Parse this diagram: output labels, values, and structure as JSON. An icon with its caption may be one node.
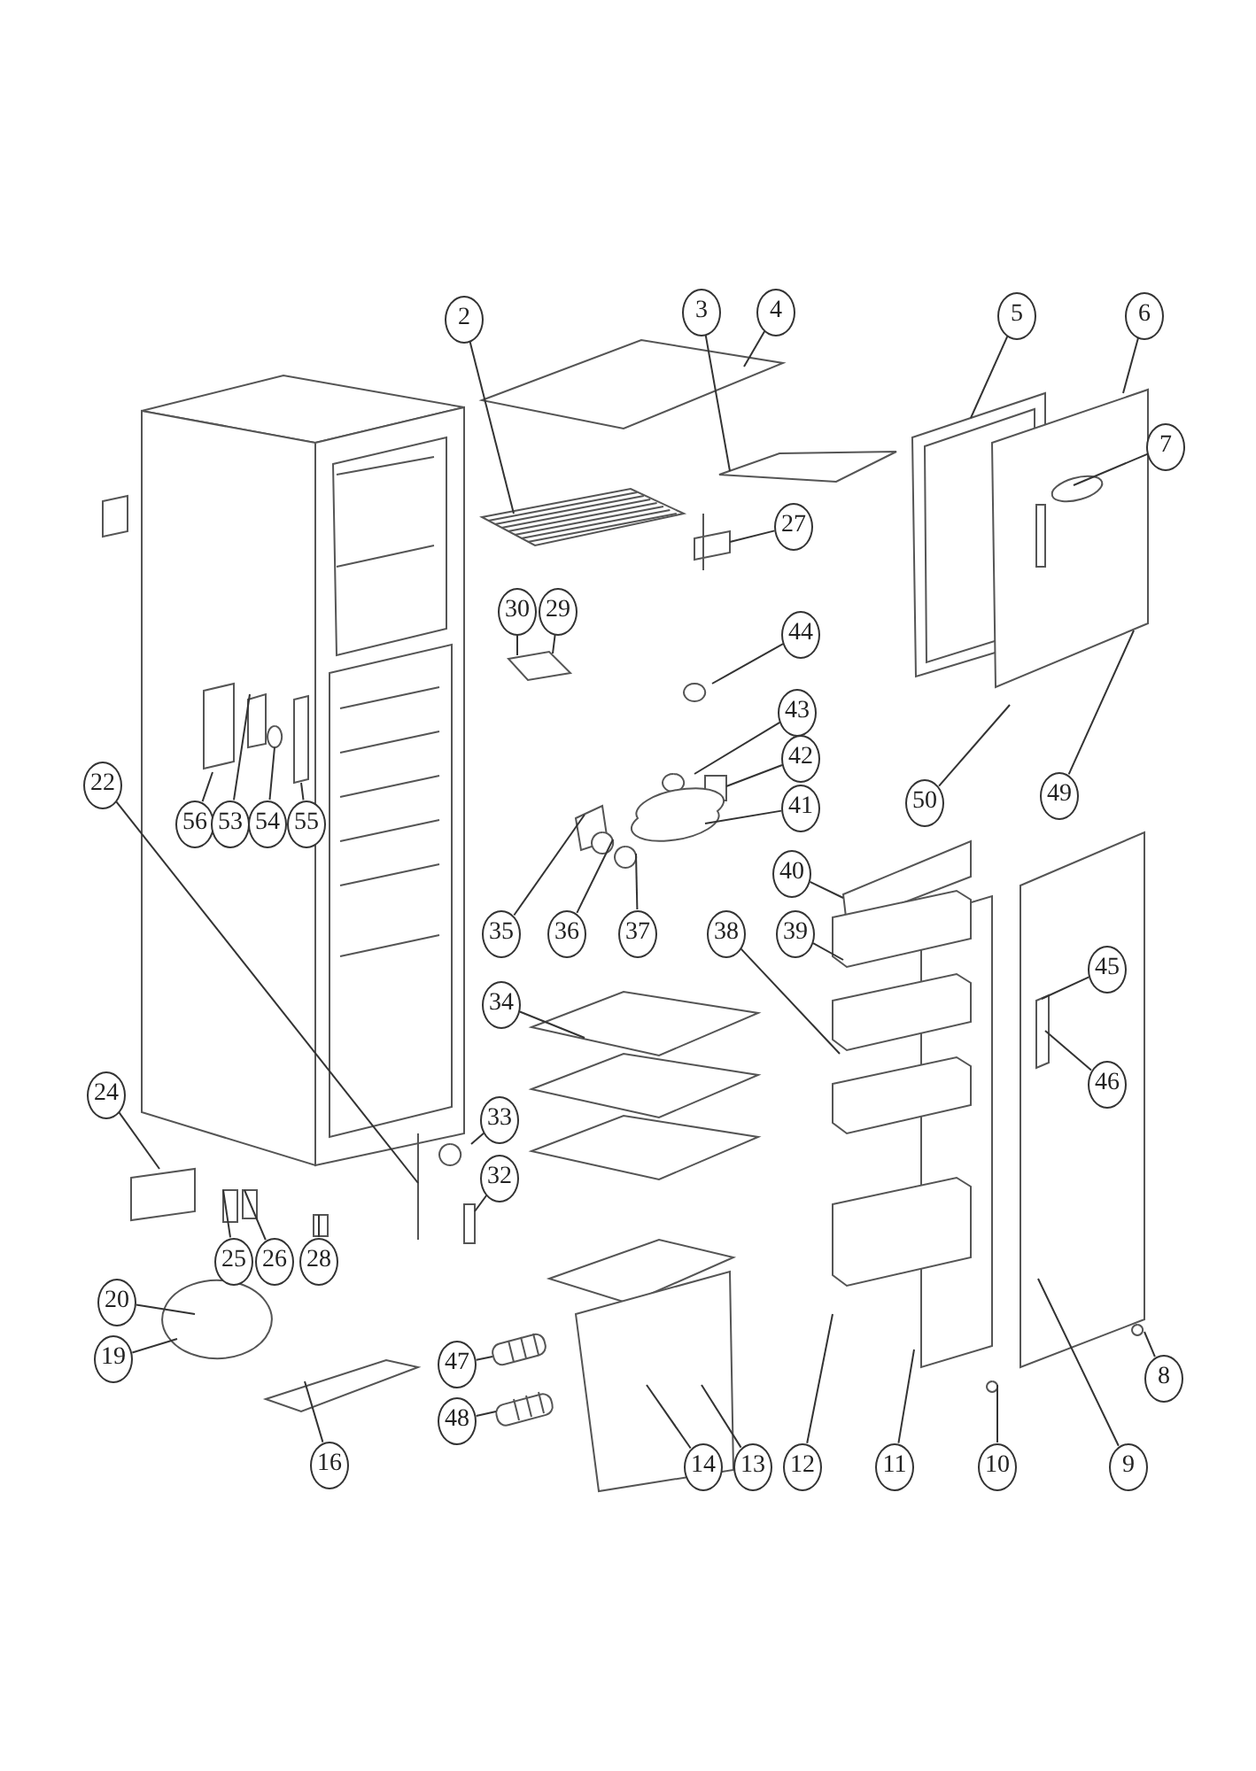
{
  "diagram": {
    "nodes": [
      {
        "text": [
          "2"
        ]
      },
      {
        "text": [
          "3"
        ]
      },
      {
        "text": [
          "4"
        ]
      },
      {
        "text": [
          "5"
        ]
      },
      {
        "text": [
          "6"
        ]
      },
      {
        "text": [
          "7"
        ]
      },
      {
        "text": [
          "27"
        ]
      },
      {
        "text": [
          "30"
        ]
      },
      {
        "text": [
          "29"
        ]
      },
      {
        "text": [
          "44"
        ]
      },
      {
        "text": [
          "43"
        ]
      },
      {
        "text": [
          "42"
        ]
      },
      {
        "text": [
          "22"
        ]
      },
      {
        "text": [
          "50"
        ]
      },
      {
        "text": [
          "49"
        ]
      },
      {
        "text": [
          "41"
        ]
      },
      {
        "text": [
          "56"
        ]
      },
      {
        "text": [
          "53"
        ]
      },
      {
        "text": [
          "54"
        ]
      },
      {
        "text": [
          "55"
        ]
      },
      {
        "text": [
          "40"
        ]
      },
      {
        "text": [
          "35"
        ]
      },
      {
        "text": [
          "36"
        ]
      },
      {
        "text": [
          "37"
        ]
      },
      {
        "text": [
          "38"
        ]
      },
      {
        "text": [
          "39"
        ]
      },
      {
        "text": [
          "45"
        ]
      },
      {
        "text": [
          "34"
        ]
      },
      {
        "text": [
          "46"
        ]
      },
      {
        "text": [
          "24"
        ]
      },
      {
        "text": [
          "33"
        ]
      },
      {
        "text": [
          "32"
        ]
      },
      {
        "text": [
          "25"
        ]
      },
      {
        "text": [
          "26"
        ]
      },
      {
        "text": [
          "28"
        ]
      },
      {
        "text": [
          "20"
        ]
      },
      {
        "text": [
          "19"
        ]
      },
      {
        "text": [
          "47"
        ]
      },
      {
        "text": [
          "8"
        ]
      },
      {
        "text": [
          "48"
        ]
      },
      {
        "text": [
          "16"
        ]
      },
      {
        "text": [
          "14"
        ]
      },
      {
        "text": [
          "13"
        ]
      },
      {
        "text": [
          "12"
        ]
      },
      {
        "text": [
          "11"
        ]
      },
      {
        "text": [
          "10"
        ]
      },
      {
        "text": [
          "9"
        ]
      }
    ],
    "edges": [
      {
        "from": 0,
        "to": null,
        "arrow": "none"
      },
      {
        "from": 1,
        "to": null,
        "arrow": "none"
      },
      {
        "from": 2,
        "to": null,
        "arrow": "none"
      },
      {
        "from": 3,
        "to": null,
        "arrow": "none"
      },
      {
        "from": 4,
        "to": null,
        "arrow": "none"
      },
      {
        "from": 5,
        "to": null,
        "arrow": "none"
      },
      {
        "from": 6,
        "to": null,
        "arrow": "none"
      },
      {
        "from": 7,
        "to": null,
        "arrow": "none"
      },
      {
        "from": 8,
        "to": null,
        "arrow": "none"
      },
      {
        "from": 9,
        "to": null,
        "arrow": "none"
      },
      {
        "from": 10,
        "to": null,
        "arrow": "none"
      },
      {
        "from": 11,
        "to": null,
        "arrow": "none"
      },
      {
        "from": 12,
        "to": null,
        "arrow": "none"
      },
      {
        "from": 13,
        "to": null,
        "arrow": "none"
      },
      {
        "from": 14,
        "to": null,
        "arrow": "none"
      },
      {
        "from": 15,
        "to": null,
        "arrow": "none"
      },
      {
        "from": 16,
        "to": null,
        "arrow": "none"
      },
      {
        "from": 17,
        "to": null,
        "arrow": "none"
      },
      {
        "from": 18,
        "to": null,
        "arrow": "none"
      },
      {
        "from": 19,
        "to": null,
        "arrow": "none"
      },
      {
        "from": 20,
        "to": null,
        "arrow": "none"
      },
      {
        "from": 21,
        "to": null,
        "arrow": "none"
      },
      {
        "from": 22,
        "to": null,
        "arrow": "none"
      },
      {
        "from": 23,
        "to": null,
        "arrow": "none"
      },
      {
        "from": 24,
        "to": null,
        "arrow": "none"
      },
      {
        "from": 25,
        "to": null,
        "arrow": "none"
      },
      {
        "from": 26,
        "to": null,
        "arrow": "none"
      },
      {
        "from": 27,
        "to": null,
        "arrow": "none"
      },
      {
        "from": 28,
        "to": null,
        "arrow": "none"
      },
      {
        "from": 29,
        "to": null,
        "arrow": "none"
      },
      {
        "from": 30,
        "to": null,
        "arrow": "none"
      },
      {
        "from": 31,
        "to": null,
        "arrow": "none"
      },
      {
        "from": 32,
        "to": null,
        "arrow": "none"
      },
      {
        "from": 33,
        "to": null,
        "arrow": "none"
      },
      {
        "from": 34,
        "to": null,
        "arrow": "none"
      },
      {
        "from": 35,
        "to": null,
        "arrow": "none"
      },
      {
        "from": 36,
        "to": null,
        "arrow": "none"
      },
      {
        "from": 37,
        "to": null,
        "arrow": "none"
      },
      {
        "from": 38,
        "to": null,
        "arrow": "none"
      },
      {
        "from": 39,
        "to": null,
        "arrow": "none"
      },
      {
        "from": 40,
        "to": null,
        "arrow": "none"
      },
      {
        "from": 41,
        "to": null,
        "arrow": "none"
      },
      {
        "from": 42,
        "to": null,
        "arrow": "none"
      },
      {
        "from": 43,
        "to": null,
        "arrow": "none"
      },
      {
        "from": 44,
        "to": null,
        "arrow": "none"
      },
      {
        "from": 45,
        "to": null,
        "arrow": "none"
      },
      {
        "from": 46,
        "to": null,
        "arrow": "none"
      }
    ]
  }
}
